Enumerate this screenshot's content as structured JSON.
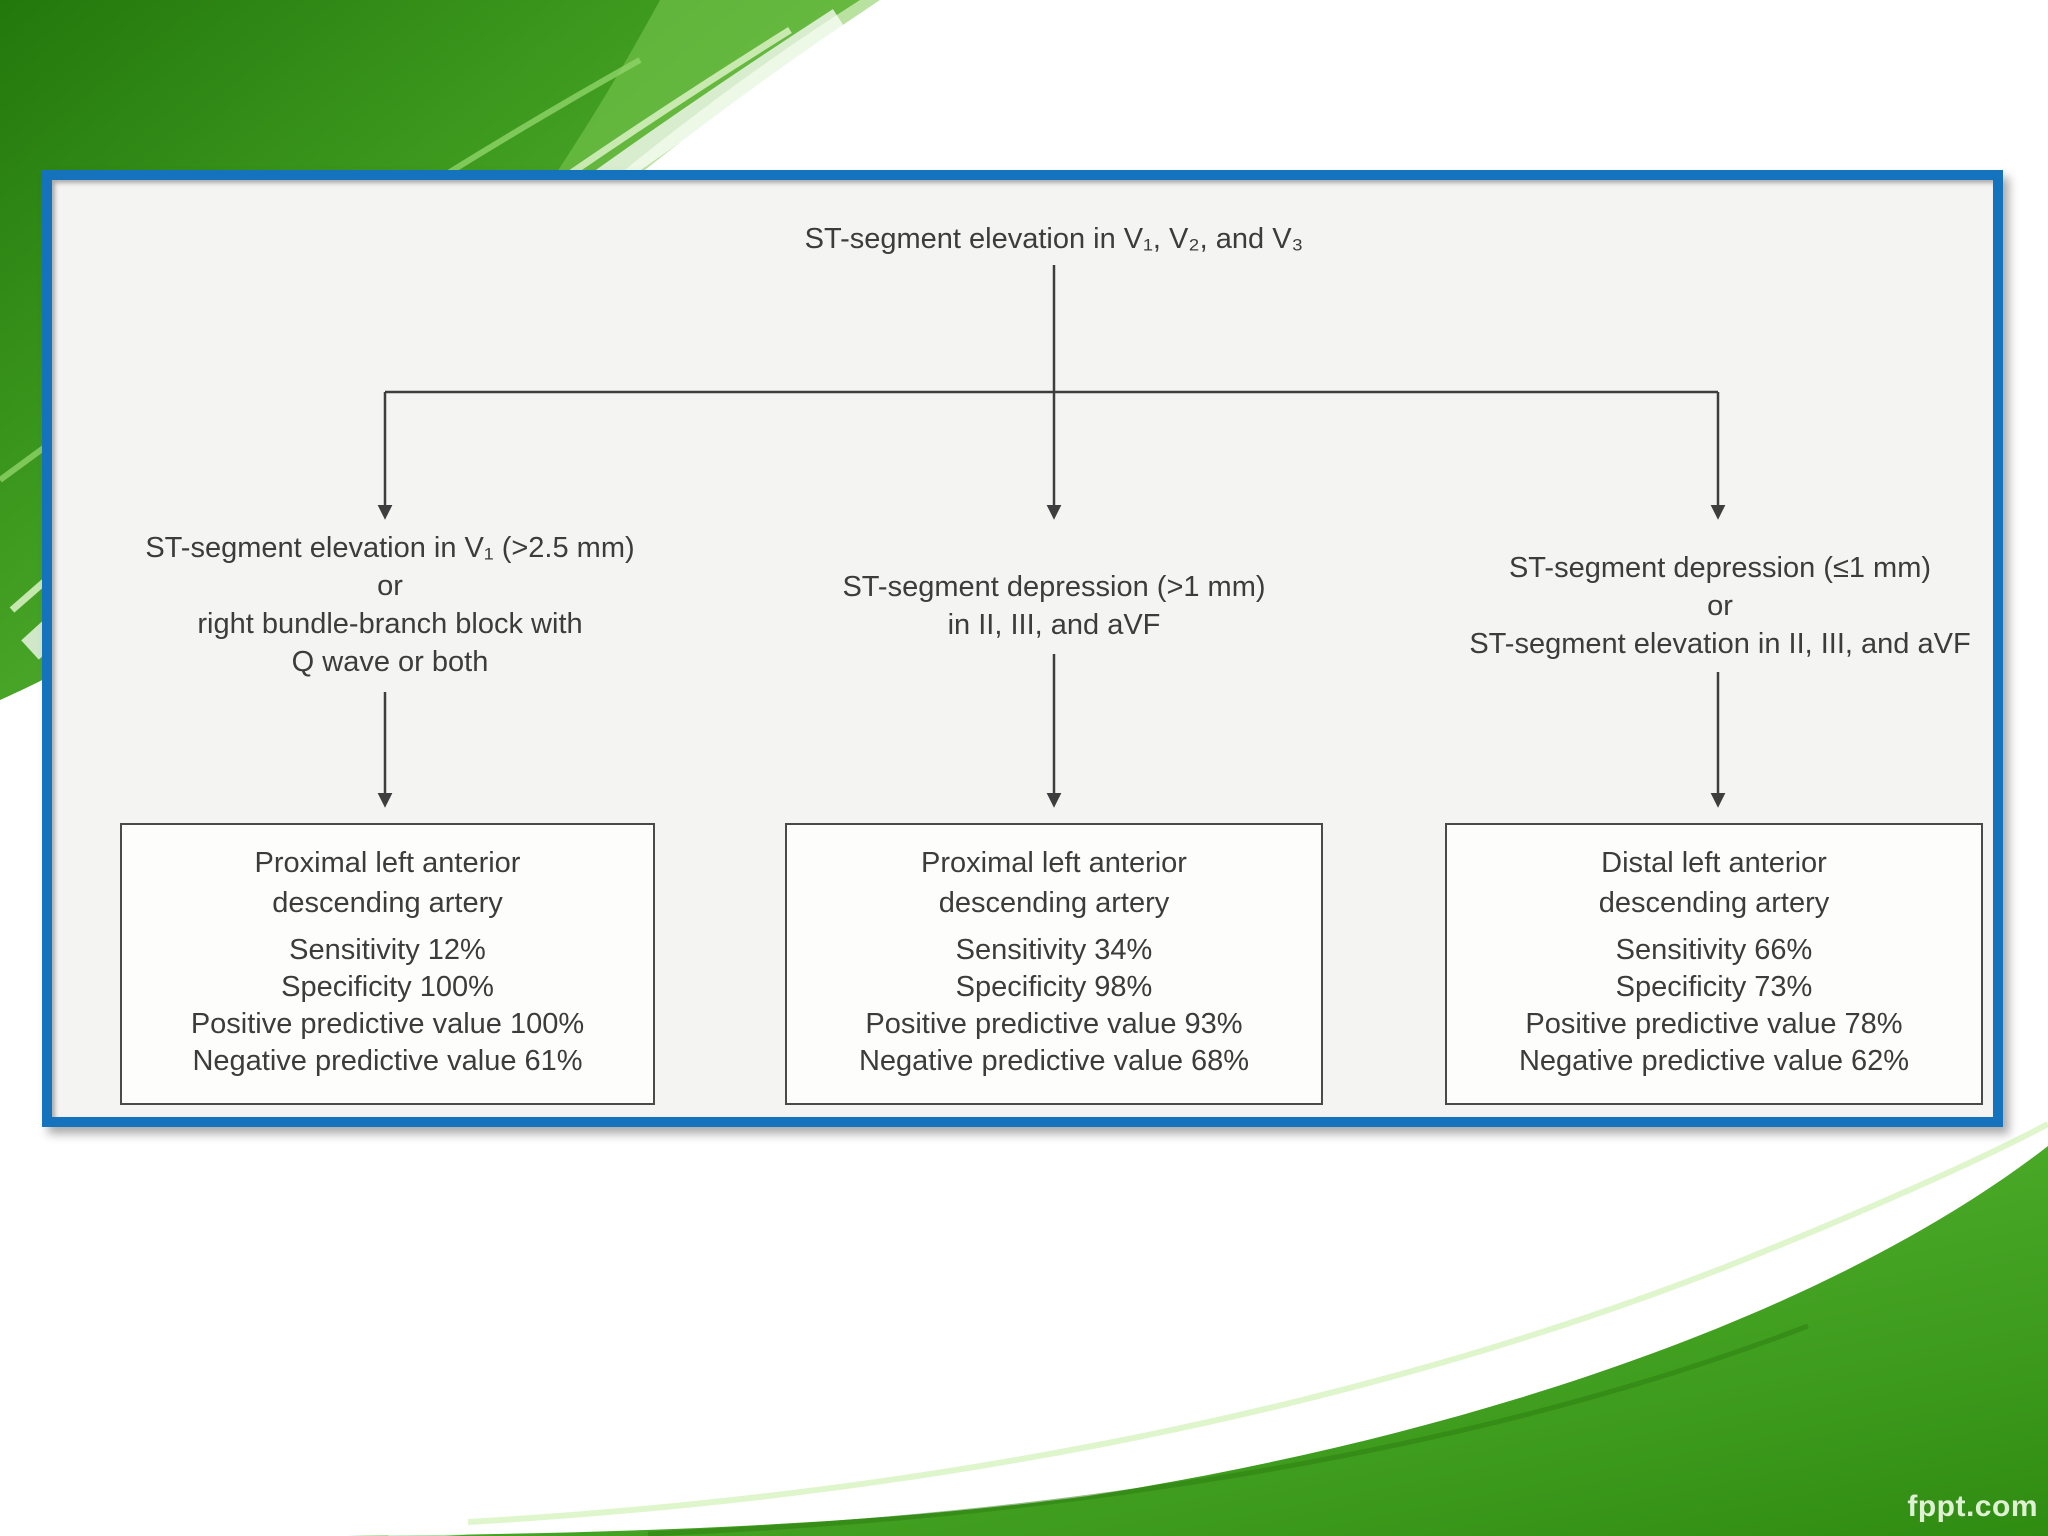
{
  "slide": {
    "watermark": "fppt.com",
    "colors": {
      "panel_border": "#1573bd",
      "panel_background": "#f4f4f2",
      "box_background": "#fdfdfc",
      "text": "#3c3c3c",
      "decoration_green_dark": "#2a830f",
      "decoration_green_mid": "#49a629",
      "decoration_green_bright": "#63bf3b"
    }
  },
  "diagram": {
    "root": {
      "label": "ST-segment elevation in V₁, V₂, and V₃"
    },
    "branches": [
      {
        "condition_lines": [
          "ST-segment elevation in V₁ (>2.5 mm)",
          "or",
          "right bundle-branch block with",
          "Q wave or both"
        ],
        "result": {
          "title_lines": [
            "Proximal left anterior",
            "descending artery"
          ],
          "stats": [
            "Sensitivity 12%",
            "Specificity 100%",
            "Positive predictive value 100%",
            "Negative predictive value 61%"
          ]
        }
      },
      {
        "condition_lines": [
          "ST-segment depression (>1 mm)",
          "in II, III, and aVF"
        ],
        "result": {
          "title_lines": [
            "Proximal left anterior",
            "descending artery"
          ],
          "stats": [
            "Sensitivity 34%",
            "Specificity 98%",
            "Positive predictive value 93%",
            "Negative predictive value 68%"
          ]
        }
      },
      {
        "condition_lines": [
          "ST-segment depression (≤1 mm)",
          "or",
          "ST-segment elevation in II, III, and aVF"
        ],
        "result": {
          "title_lines": [
            "Distal left anterior",
            "descending artery"
          ],
          "stats": [
            "Sensitivity 66%",
            "Specificity 73%",
            "Positive predictive value 78%",
            "Negative predictive value 62%"
          ]
        }
      }
    ]
  }
}
